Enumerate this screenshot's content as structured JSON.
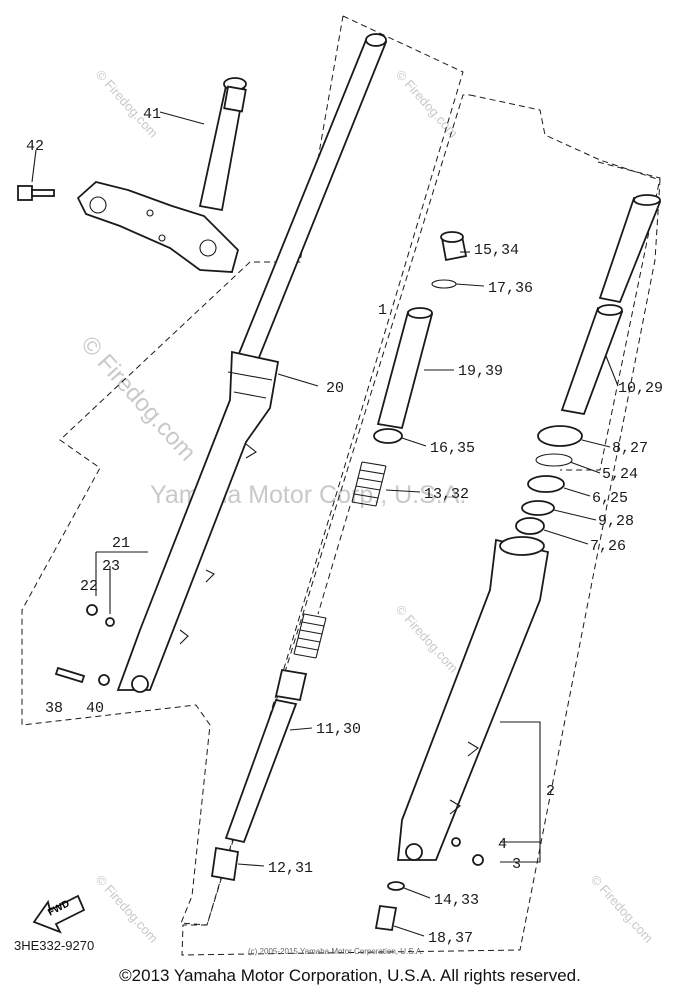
{
  "diagram": {
    "part_code": "3HE332-9270",
    "fwd_label": "FWD",
    "small_copyright": "(c) 2005-2015 Yamaha Motor Corporation, U.S.A.",
    "watermarks": {
      "site": "© Firedog.com",
      "brand": "Yamaha Motor Corp., U.S.A."
    },
    "callouts": [
      {
        "id": "c41",
        "label": "41"
      },
      {
        "id": "c42",
        "label": "42"
      },
      {
        "id": "c20",
        "label": "20"
      },
      {
        "id": "c21",
        "label": "21"
      },
      {
        "id": "c22",
        "label": "22"
      },
      {
        "id": "c23",
        "label": "23"
      },
      {
        "id": "c38",
        "label": "38"
      },
      {
        "id": "c40",
        "label": "40"
      },
      {
        "id": "c1",
        "label": "1"
      },
      {
        "id": "c15",
        "label": "15,34"
      },
      {
        "id": "c17",
        "label": "17,36"
      },
      {
        "id": "c19",
        "label": "19,39"
      },
      {
        "id": "c16",
        "label": "16,35"
      },
      {
        "id": "c13",
        "label": "13,32"
      },
      {
        "id": "c11",
        "label": "11,30"
      },
      {
        "id": "c12",
        "label": "12,31"
      },
      {
        "id": "c10",
        "label": "10,29"
      },
      {
        "id": "c8",
        "label": "8,27"
      },
      {
        "id": "c5",
        "label": "5,24"
      },
      {
        "id": "c6",
        "label": "6,25"
      },
      {
        "id": "c9",
        "label": "9,28"
      },
      {
        "id": "c7",
        "label": "7,26"
      },
      {
        "id": "c2",
        "label": "2"
      },
      {
        "id": "c4",
        "label": "4"
      },
      {
        "id": "c3",
        "label": "3"
      },
      {
        "id": "c14",
        "label": "14,33"
      },
      {
        "id": "c18",
        "label": "18,37"
      }
    ]
  },
  "footer": {
    "copyright": "©2013 Yamaha Motor Corporation, U.S.A. All rights reserved."
  }
}
